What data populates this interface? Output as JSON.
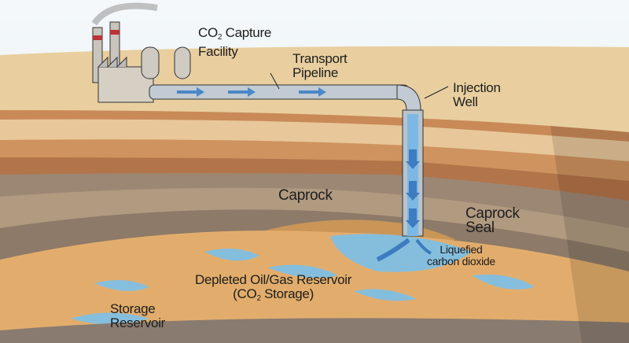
{
  "labels": {
    "capture": {
      "prefix": "CO",
      "sub": "2",
      "suffix": " Capture",
      "line2": "Facility"
    },
    "pipeline": {
      "line1": "Transport",
      "line2": "Pipeline"
    },
    "well": {
      "line1": "Injection",
      "line2": "Well"
    },
    "caprock": "Caprock",
    "caprock_seal": {
      "line1": "Caprock",
      "line2": "Seal"
    },
    "liquefied": {
      "line1": "Liquefied",
      "line2": "carbon dioxide"
    },
    "depleted": {
      "line1": "Depleted Oil/Gas Reservoir",
      "line2_prefix": "(CO",
      "line2_sub": "2",
      "line2_suffix": " Storage)"
    },
    "storage": {
      "line1": "Storage",
      "line2": "Reservoir"
    }
  },
  "colors": {
    "surface": "#e9cf9f",
    "co2_blue": "#5b9fd6",
    "caprock": "#a48d72",
    "reservoir_sand": "#e2ad6c"
  }
}
